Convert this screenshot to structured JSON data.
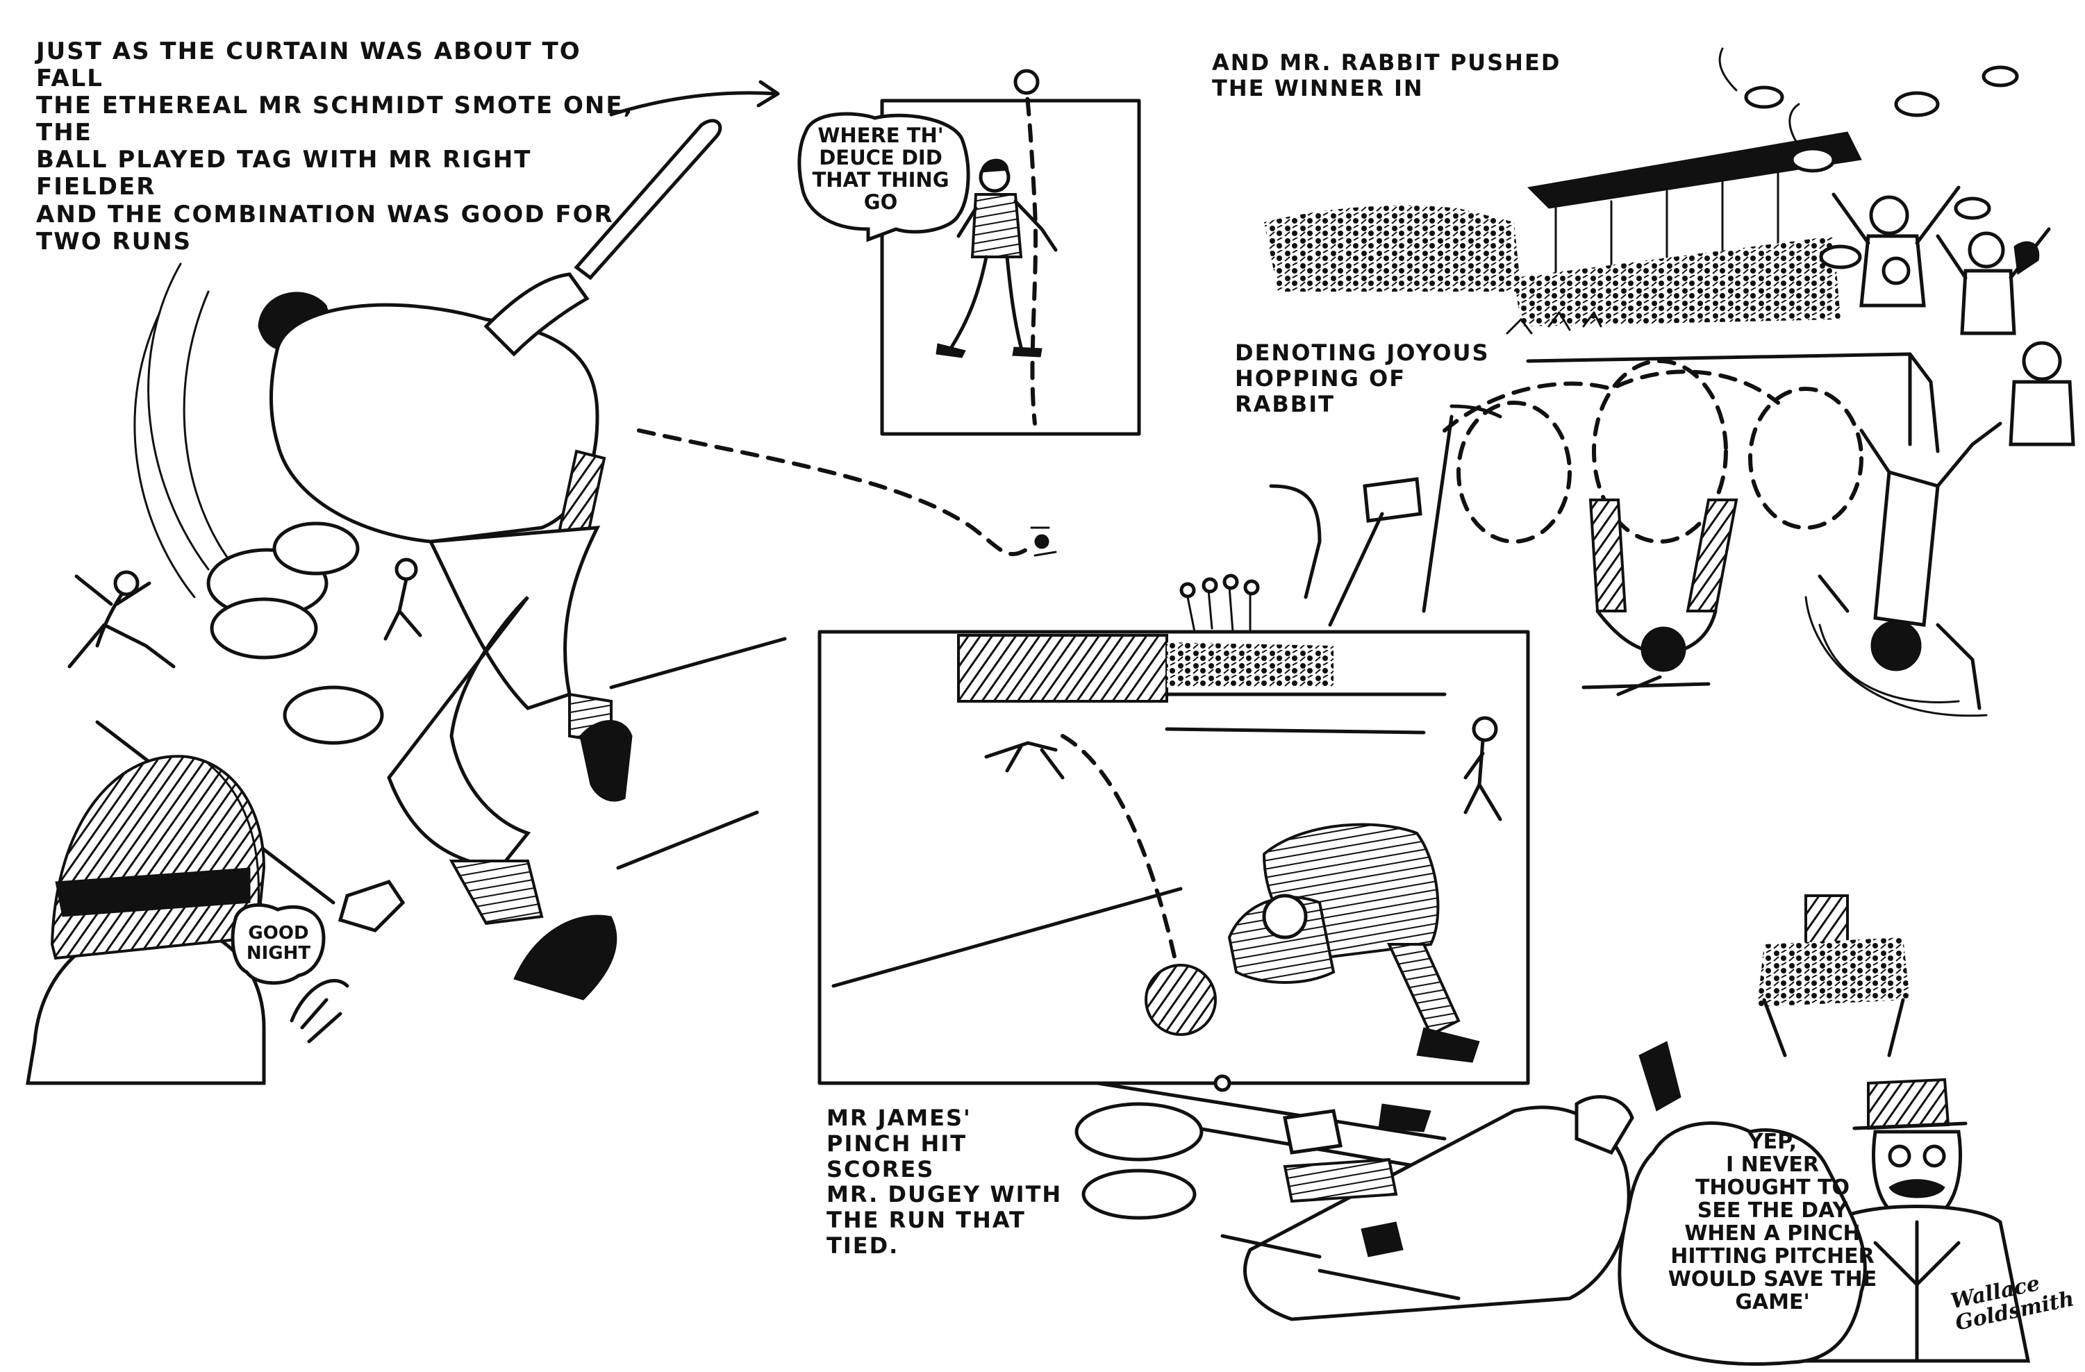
{
  "captions": {
    "schmidt": "Just as the curtain was about to fall\nthe ethereal Mr Schmidt smote one, the\nball played tag with Mr Right fielder\nand the combination was good for\ntwo runs",
    "rabbit": "And Mr. Rabbit pushed\nthe winner in",
    "hopping": "Denoting joyous\nhopping of rabbit",
    "james": "Mr James'\npinch hit scores\nMr. Dugey with\nthe run that\ntied."
  },
  "speech": {
    "deuce": "Where th'\ndeuce did\nthat thing\ngo",
    "goodnight": "Good\nnight",
    "yep": "Yep,\nI never\nthought to\nsee the day\nwhen a pinch\nhitting pitcher\nwould save the\ngame'"
  },
  "signature": "Wallace\nGoldsmith",
  "colors": {
    "ink": "#111111",
    "paper": "#ffffff"
  }
}
